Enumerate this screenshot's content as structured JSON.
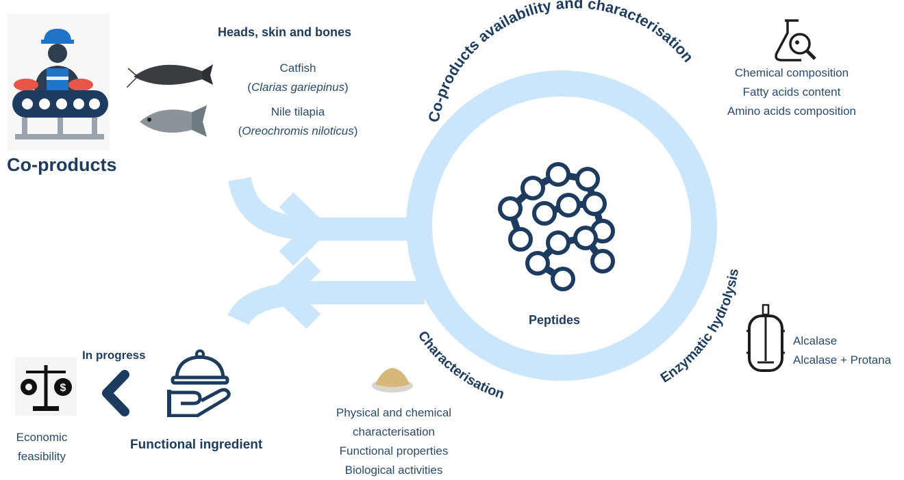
{
  "coproducts": {
    "title": "Co-products",
    "heading": "Heads, skin and bones",
    "catfish_name": "Catfish",
    "catfish_paren_open": "(",
    "catfish_latin": "Clarias gariepinus",
    "catfish_paren_close": ")",
    "tilapia_name": "Nile tilapia",
    "tilapia_paren_open": "(",
    "tilapia_latin": "Oreochromis niloticus",
    "tilapia_paren_close": ")"
  },
  "cycle": {
    "top_label": "Co-products availability and characterisation",
    "right_label": "Enzymatic hydrolysis",
    "bottom_label": "Characterisation",
    "center_label": "Peptides",
    "color": "#cbe6fb"
  },
  "analysis": {
    "items": [
      "Chemical composition",
      "Fatty acids content",
      "Amino acids composition"
    ]
  },
  "hydrolysis": {
    "items": [
      "Alcalase",
      "Alcalase + Protana"
    ]
  },
  "characterisation": {
    "items": [
      "Physical and chemical",
      "characterisation",
      "Functional properties",
      "Biological activities"
    ]
  },
  "output": {
    "in_progress": "In progress",
    "functional": "Functional ingredient",
    "economic_line1": "Economic",
    "economic_line2": "feasibility"
  },
  "icons": [
    "worker-icon",
    "catfish-icon",
    "tilapia-icon",
    "flask-magnifier-icon",
    "peptide-chain-icon",
    "reactor-icon",
    "powder-dish-icon",
    "scale-money-icon",
    "chevron-left-icon",
    "serving-hand-icon"
  ],
  "colors": {
    "navy": "#1d3b5e",
    "light_blue": "#cbe6fb"
  }
}
